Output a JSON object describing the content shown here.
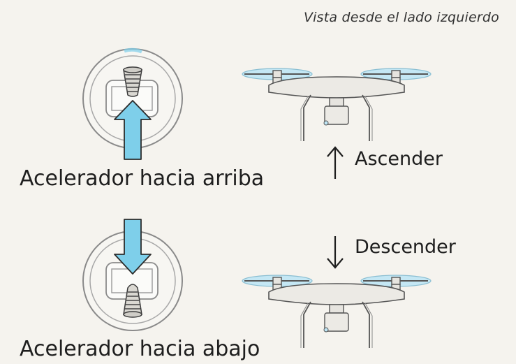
{
  "caption": "Vista desde el lado izquierdo",
  "throttle_up": {
    "label": "Acelerador hacia arriba"
  },
  "throttle_down": {
    "label": "Acelerador hacia abajo"
  },
  "drone_up": {
    "label": "Ascender"
  },
  "drone_down": {
    "label": "Descender"
  },
  "colors": {
    "background": "#f5f3ee",
    "arrow_fill": "#7ecfea",
    "prop_blue": "#bfe6f5",
    "outline": "#555555"
  }
}
